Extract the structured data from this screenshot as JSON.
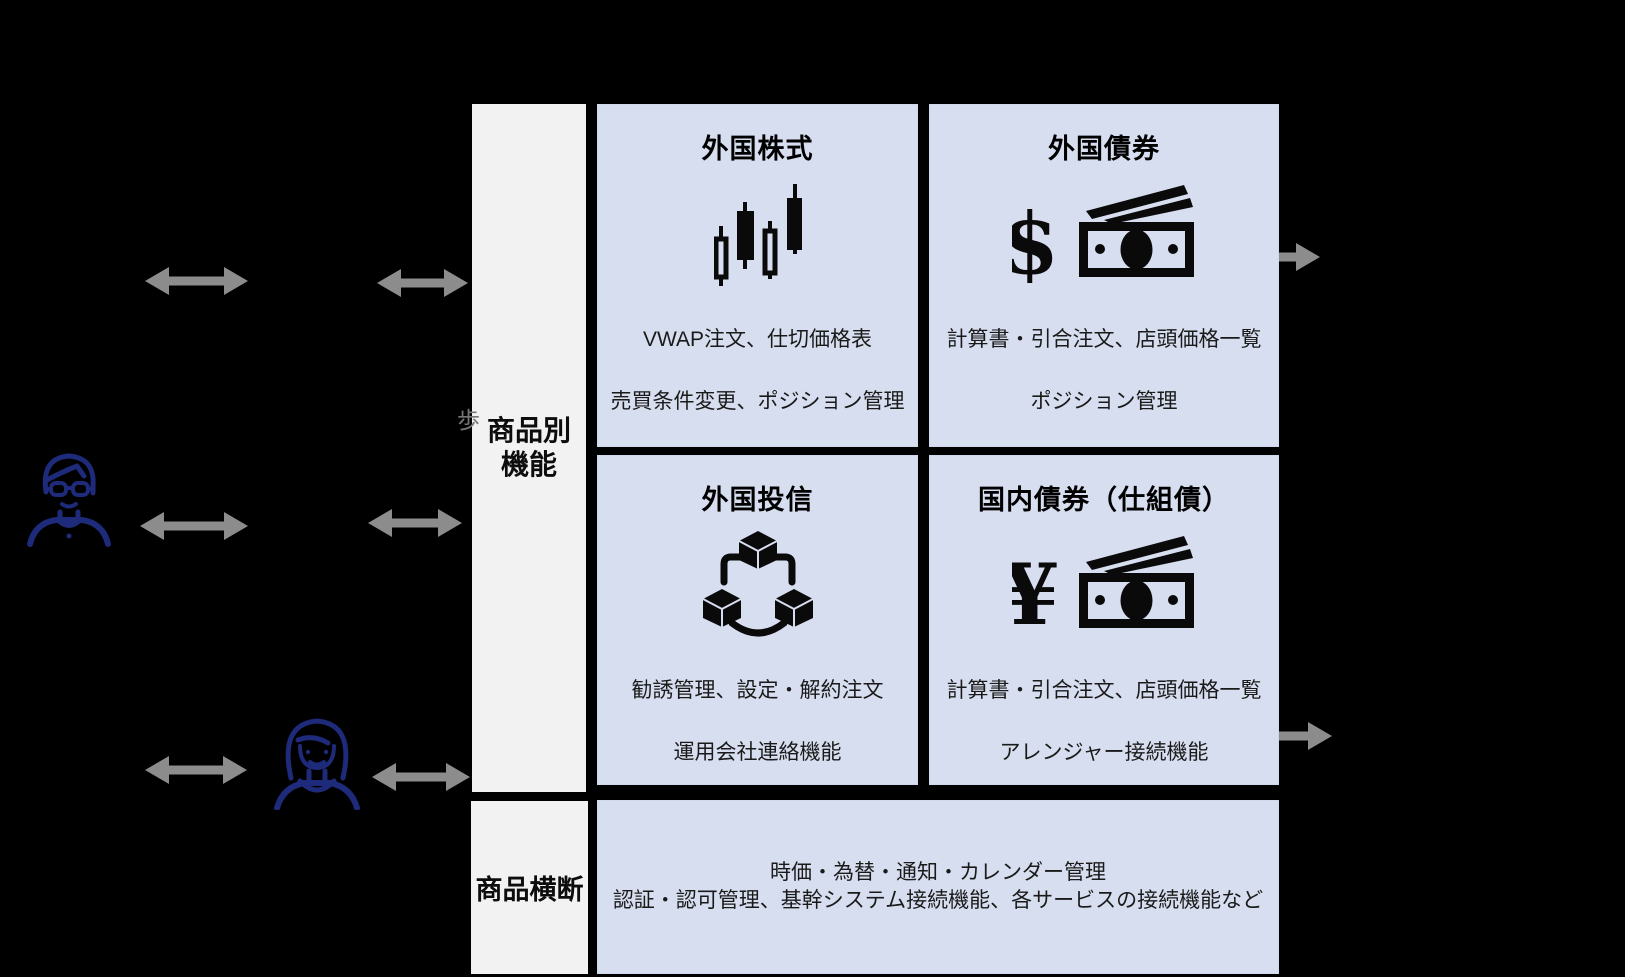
{
  "colors": {
    "background": "#000000",
    "product_box_fill": "#d7deef",
    "category_box_fill": "#f2f2f2",
    "arrow_gray": "#8c8c8c",
    "person_navy": "#1e2a7a",
    "text_dark": "#1a1a1a"
  },
  "left_column": {
    "product_specific": {
      "label_line1": "商品別",
      "label_line2": "機能"
    },
    "cross_product": {
      "label": "商品横断"
    }
  },
  "product_boxes": [
    {
      "id": "foreign-equity",
      "title": "外国株式",
      "icon": "candlestick-chart-icon",
      "features": [
        "VWAP注文、仕切価格表",
        "売買条件変更、ポジション管理"
      ]
    },
    {
      "id": "foreign-bond",
      "title": "外国債券",
      "icon": "dollar-banknote-icon",
      "currency_symbol": "$",
      "features": [
        "計算書・引合注文、店頭価格一覧",
        "ポジション管理"
      ]
    },
    {
      "id": "foreign-fund",
      "title": "外国投信",
      "icon": "cube-network-icon",
      "features": [
        "勧誘管理、設定・解約注文",
        "運用会社連絡機能"
      ]
    },
    {
      "id": "domestic-bond",
      "title": "国内債券（仕組債）",
      "icon": "yen-banknote-icon",
      "currency_symbol": "¥",
      "features": [
        "計算書・引合注文、店頭価格一覧",
        "アレンジャー接続機能"
      ]
    }
  ],
  "cross_product_box": {
    "lines": [
      "時価・為替・通知・カレンダー管理",
      "認証・認可管理、基幹システム接続機能、各サービスの接続機能など"
    ]
  },
  "stray_glyph": {
    "char": "歩"
  },
  "icons": {
    "actors": [
      "man-with-glasses-icon",
      "woman-icon"
    ],
    "connectors": "bidirectional-arrow"
  }
}
